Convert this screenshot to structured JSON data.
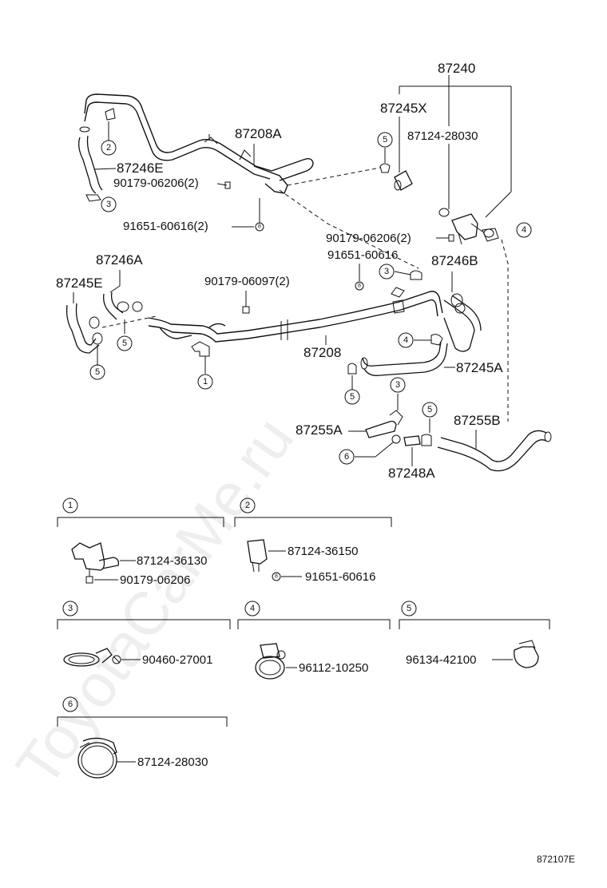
{
  "watermark": "ToyotaCarMe.ru",
  "figure_id": "872107E",
  "labels": {
    "p87240": "87240",
    "p87245X": "87245X",
    "p87124_28030_top": "87124-28030",
    "p87208A": "87208A",
    "p87246E": "87246E",
    "p90179_06206_2a": "90179-06206(2)",
    "p91651_60616_2": "91651-60616(2)",
    "p90179_06206_2b": "90179-06206(2)",
    "p91651_60616_b": "91651-60616",
    "p87246A": "87246A",
    "p87245E": "87245E",
    "p90179_06097_2": "90179-06097(2)",
    "p87246B": "87246B",
    "p87208": "87208",
    "p87245A": "87245A",
    "p87255A": "87255A",
    "p87255B": "87255B",
    "p87248A": "87248A"
  },
  "callouts": [
    "1",
    "2",
    "3",
    "4",
    "5",
    "6"
  ],
  "details": {
    "d1": {
      "num": "1",
      "a": "87124-36130",
      "b": "90179-06206"
    },
    "d2": {
      "num": "2",
      "a": "87124-36150",
      "b": "91651-60616"
    },
    "d3": {
      "num": "3",
      "a": "90460-27001"
    },
    "d4": {
      "num": "4",
      "a": "96112-10250"
    },
    "d5": {
      "num": "5",
      "a": "96134-42100"
    },
    "d6": {
      "num": "6",
      "a": "87124-28030"
    }
  }
}
